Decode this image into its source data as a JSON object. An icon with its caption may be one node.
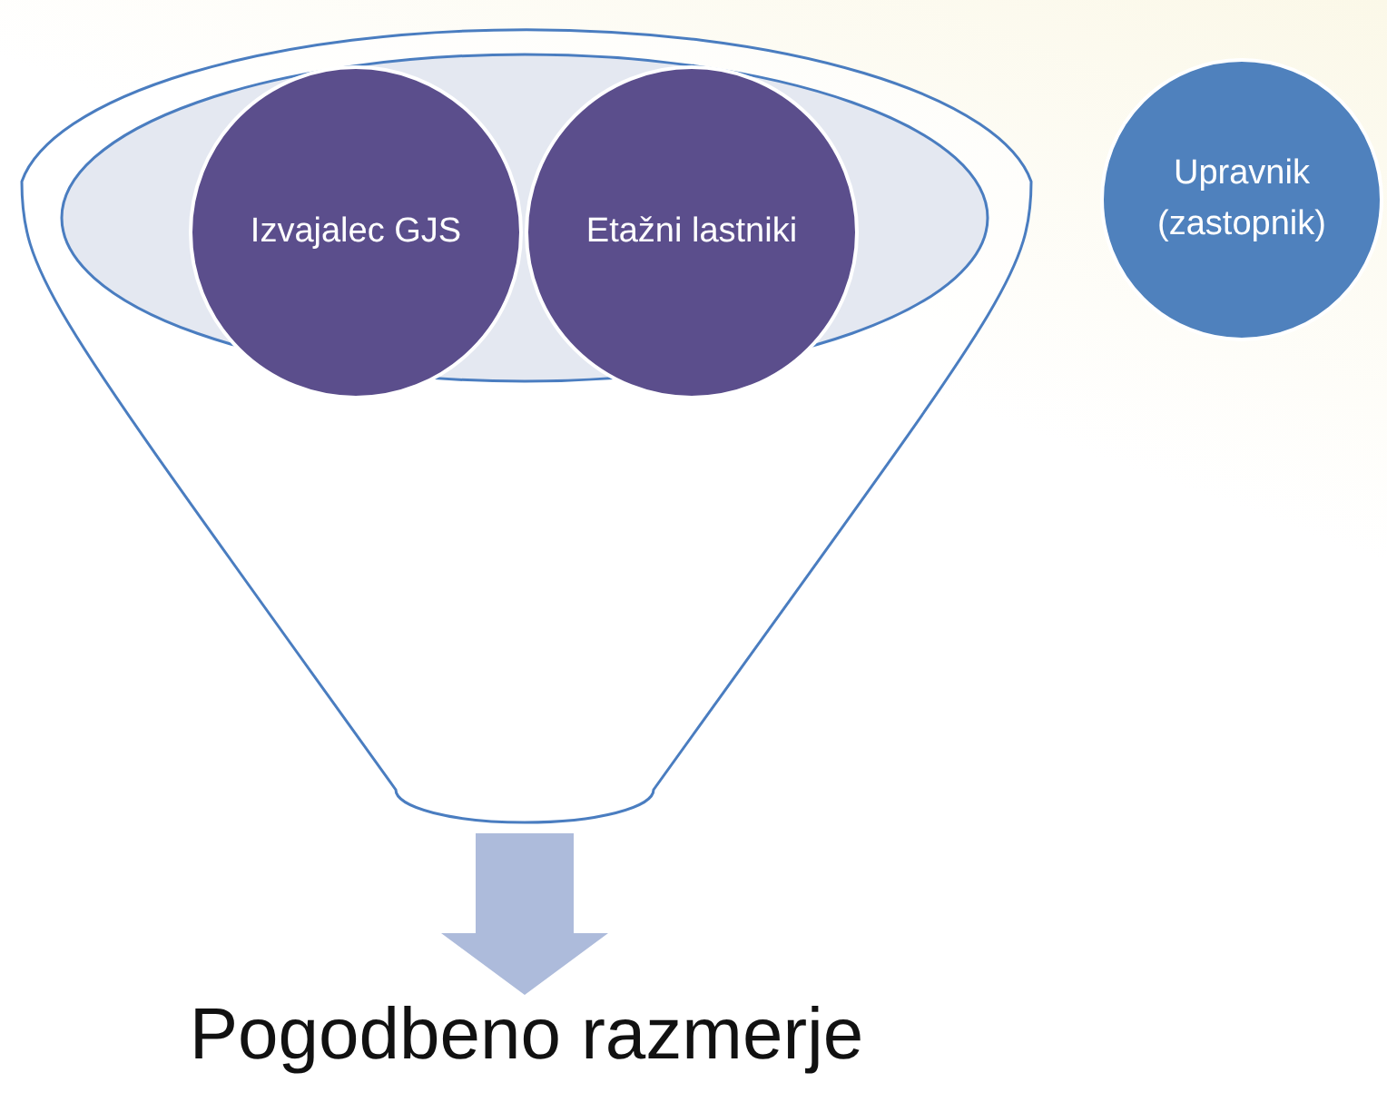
{
  "diagram": {
    "nodes": [
      {
        "text": [],
        "shape": "funnel"
      },
      {
        "text": [
          "Izvajalec GJS"
        ],
        "in": 0
      },
      {
        "text": [
          "Etažni lastniki"
        ],
        "in": 0
      },
      {
        "text": [
          "Upravnik (zastopnik)"
        ]
      },
      {
        "text": [
          "Pogodbeno razmerje"
        ]
      }
    ],
    "edges": [
      {
        "from": 0,
        "to": 4,
        "arrow": "to"
      }
    ]
  }
}
